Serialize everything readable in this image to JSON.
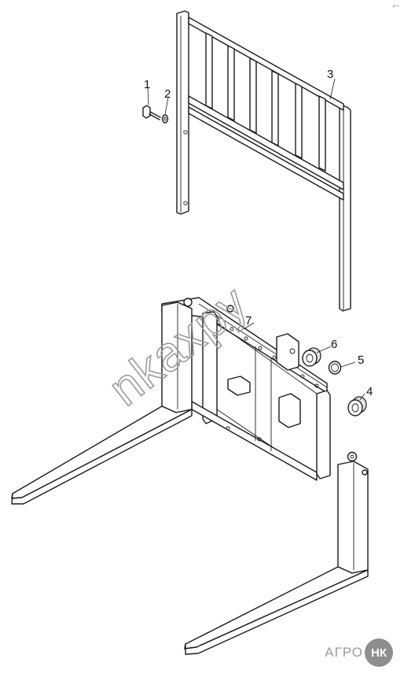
{
  "diagram": {
    "callouts": {
      "c1": "1",
      "c2": "2",
      "c3": "3",
      "c4": "4",
      "c5": "5",
      "c6": "6",
      "c7": "7"
    },
    "watermark": "nkaxpy",
    "corner_mark": "⌐-",
    "logo": {
      "word": "АГРО",
      "seal": "НК"
    }
  }
}
